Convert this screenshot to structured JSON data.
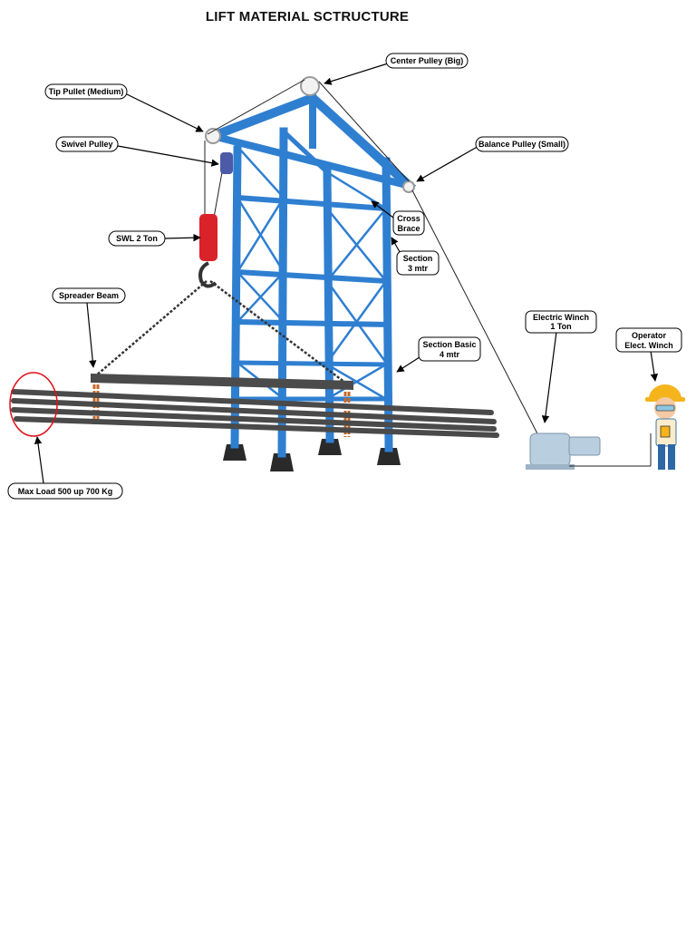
{
  "title": "LIFT MATERIAL SCTRUCTURE",
  "labels": {
    "center_pulley": "Center Pulley (Big)",
    "tip_pulley": "Tip Pullet (Medium)",
    "swivel_pulley": "Swivel Pulley",
    "balance_pulley": "Balance Pulley (Small)",
    "cross_brace": [
      "Cross",
      "Brace"
    ],
    "section_3": [
      "Section",
      "3 mtr"
    ],
    "swl": "SWL 2 Ton",
    "spreader_beam": "Spreader Beam",
    "electric_winch": [
      "Electric Winch",
      "1 Ton"
    ],
    "operator": [
      "Operator",
      "Elect. Winch"
    ],
    "section_basic": [
      "Section Basic",
      "4 mtr"
    ],
    "max_load": "Max Load 500 up 700 Kg"
  },
  "colors": {
    "tower": "#2f7fd1",
    "tower_dark": "#1f5fa8",
    "hook": "#d9222a",
    "chain": "#c4692a",
    "pipe": "#4a4a4a",
    "winch": "#b9cfe0",
    "highlight": "#e0101a",
    "hardhat": "#f5b41c"
  }
}
